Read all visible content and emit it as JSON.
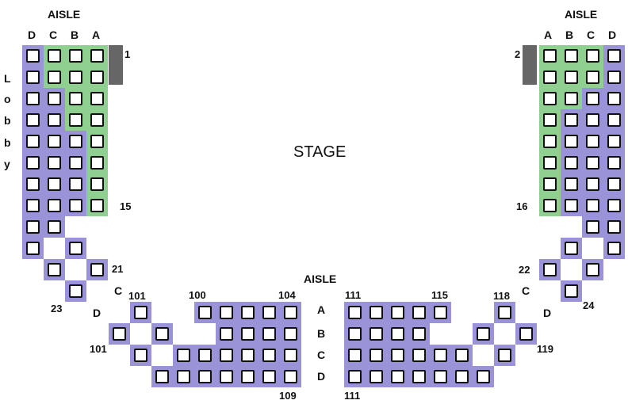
{
  "colors": {
    "purple": "#9b93d8",
    "green": "#8fcf8f",
    "grey": "#666666"
  },
  "labels": {
    "aisle_left": "AISLE",
    "aisle_right": "AISLE",
    "aisle_center": "AISLE",
    "stage": "STAGE",
    "lobby": [
      "L",
      "o",
      "b",
      "b",
      "y"
    ],
    "left_rows": [
      "D",
      "C",
      "B",
      "A"
    ],
    "right_rows": [
      "A",
      "B",
      "C",
      "D"
    ],
    "center_rows": [
      "A",
      "B",
      "C",
      "D"
    ],
    "left_c": "C",
    "left_d": "D",
    "right_c": "C",
    "right_d": "D",
    "n1": "1",
    "n15": "15",
    "n21": "21",
    "n23": "23",
    "n2": "2",
    "n16": "16",
    "n22": "22",
    "n24": "24",
    "n101_top": "101",
    "n100": "100",
    "n104": "104",
    "n111_top": "111",
    "n115": "115",
    "n118": "118",
    "n101_mid": "101",
    "n119": "119",
    "n109": "109",
    "n111_bottom": "111"
  }
}
